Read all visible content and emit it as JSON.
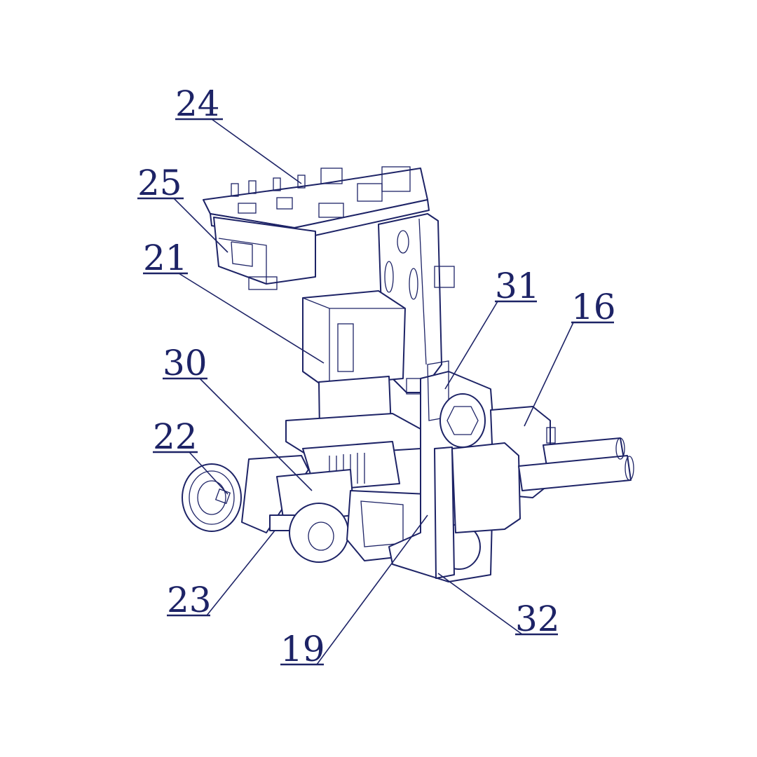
{
  "diagram": {
    "line_color": "#1d2366",
    "background": "#ffffff",
    "labels": [
      {
        "id": "24",
        "text": "24"
      },
      {
        "id": "25",
        "text": "25"
      },
      {
        "id": "21",
        "text": "21"
      },
      {
        "id": "31",
        "text": "31"
      },
      {
        "id": "16",
        "text": "16"
      },
      {
        "id": "30",
        "text": "30"
      },
      {
        "id": "22",
        "text": "22"
      },
      {
        "id": "23",
        "text": "23"
      },
      {
        "id": "19",
        "text": "19"
      },
      {
        "id": "32",
        "text": "32"
      }
    ]
  }
}
